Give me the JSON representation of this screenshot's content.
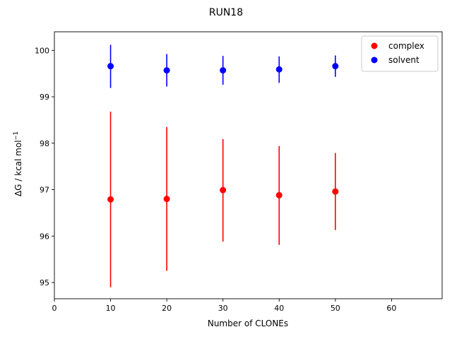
{
  "chart_data": {
    "type": "scatter",
    "title": "RUN18",
    "xlabel": "Number of CLONEs",
    "ylabel_main": "ΔG / kcal mol",
    "ylabel_sup": "−1",
    "xlim": [
      0,
      69
    ],
    "ylim": [
      94.65,
      100.4
    ],
    "xticks": [
      0,
      10,
      20,
      30,
      40,
      50,
      60
    ],
    "yticks": [
      95,
      96,
      97,
      98,
      99,
      100
    ],
    "grid": false,
    "legend_position": "top-right",
    "series": [
      {
        "name": "complex",
        "color": "#ff0000",
        "x": [
          10,
          20,
          30,
          40,
          50
        ],
        "y": [
          96.79,
          96.8,
          96.99,
          96.88,
          96.96
        ],
        "err_low": [
          94.9,
          95.25,
          95.88,
          95.81,
          96.13
        ],
        "err_high": [
          98.68,
          98.35,
          98.09,
          97.94,
          97.79
        ]
      },
      {
        "name": "solvent",
        "color": "#0000ff",
        "x": [
          10,
          20,
          30,
          40,
          50
        ],
        "y": [
          99.66,
          99.57,
          99.57,
          99.59,
          99.66
        ],
        "err_low": [
          99.19,
          99.22,
          99.26,
          99.3,
          99.43
        ],
        "err_high": [
          100.12,
          99.92,
          99.88,
          99.87,
          99.89
        ]
      }
    ]
  }
}
